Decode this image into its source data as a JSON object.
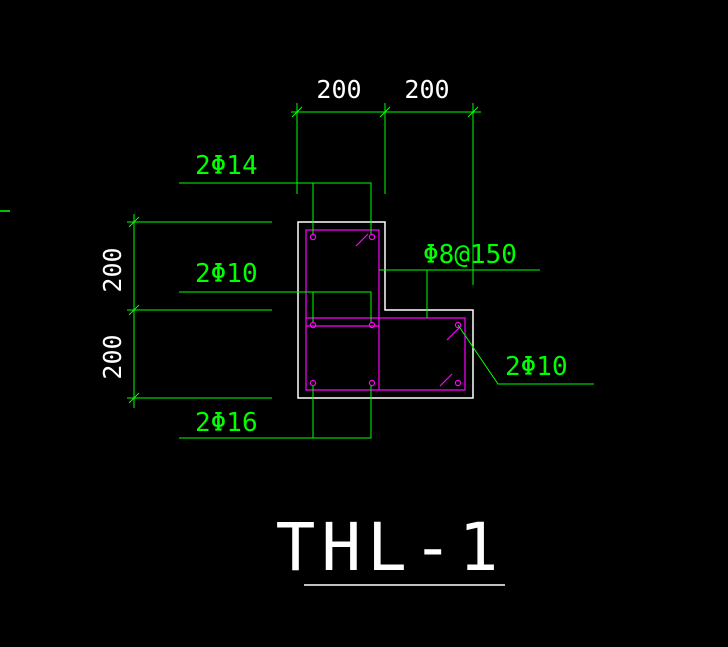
{
  "drawing": {
    "title": "THL-1",
    "dimensions": {
      "top_left": "200",
      "top_right": "200",
      "left_upper": "200",
      "left_lower": "200"
    },
    "rebar_labels": {
      "top": "2Φ14",
      "middle": "2Φ10",
      "stirrup": "Φ8@150",
      "right": "2Φ10",
      "bottom": "2Φ16"
    },
    "colors": {
      "background": "#000000",
      "annotation": "#00ff00",
      "outline": "#ffffff",
      "rebar": "#ff00ff"
    }
  }
}
